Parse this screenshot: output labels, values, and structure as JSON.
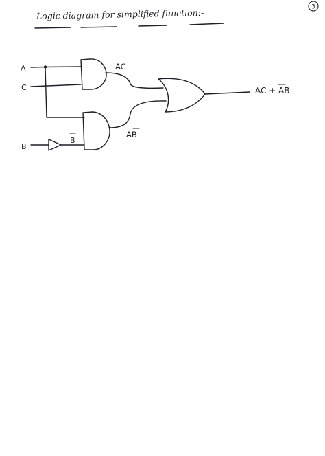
{
  "page_number": "3",
  "heading": "Logic diagram for simplified function:-",
  "inputs": {
    "a": "A",
    "c": "C",
    "b": "B"
  },
  "wire_labels": {
    "b_not": "B",
    "ac": "AC",
    "a_b_not": "AB"
  },
  "output": {
    "prefix": "AC + A",
    "complemented_var": "B"
  }
}
